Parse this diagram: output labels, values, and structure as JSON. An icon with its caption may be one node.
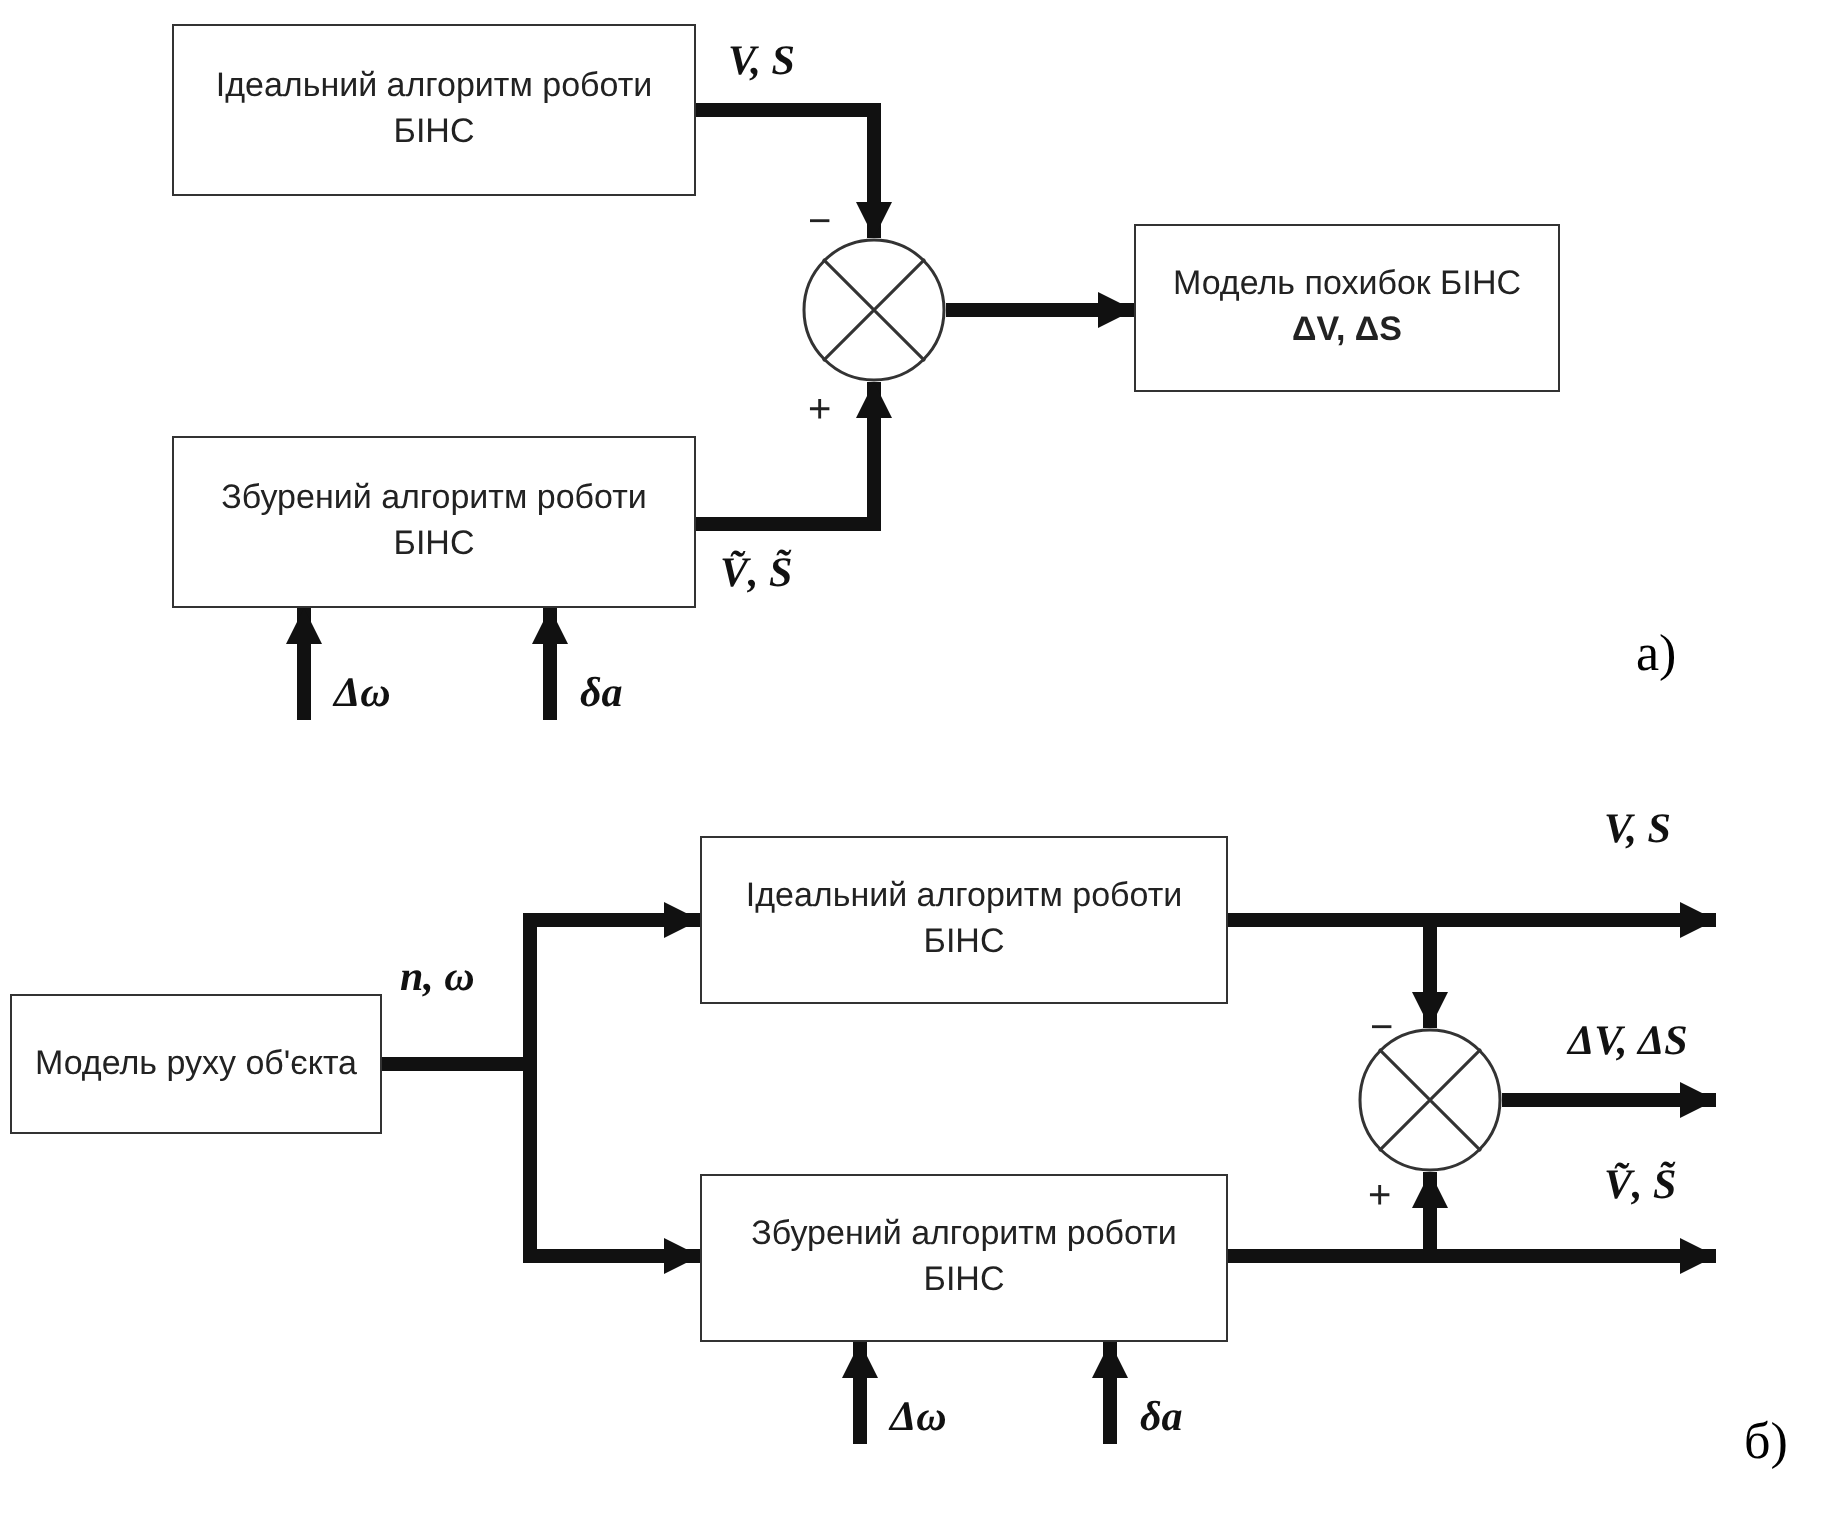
{
  "diagram": {
    "nodes": [
      {
        "text": [
          "Ідеальний алгоритм роботи БІНС"
        ]
      },
      {
        "text": [
          "Збурений алгоритм роботи БІНС"
        ]
      },
      {
        "text": [],
        "shape": "circle"
      },
      {
        "text": [
          "Модель похибок БІНС **ΔV, ΔS**"
        ]
      },
      {
        "text": [
          "Модель руху об'єкта"
        ]
      },
      {
        "text": [
          "Ідеальний алгоритм роботи БІНС"
        ]
      },
      {
        "text": [
          "Збурений алгоритм роботи БІНС"
        ]
      },
      {
        "text": [],
        "shape": "circle"
      }
    ],
    "edges": [
      {
        "from": 0,
        "to": 2,
        "arrow": "to",
        "label": "V, S"
      },
      {
        "from": 1,
        "to": 2,
        "arrow": "to",
        "label": "Ṽ, S̃"
      },
      {
        "from": 2,
        "to": 3,
        "arrow": "to"
      },
      {
        "from": null,
        "to": 1,
        "arrow": "to",
        "label": "Δω"
      },
      {
        "from": null,
        "to": 1,
        "arrow": "to",
        "label": "δa"
      },
      {
        "from": 4,
        "to": 5,
        "arrow": "to",
        "label": "n, ω"
      },
      {
        "from": 4,
        "to": 6,
        "arrow": "to"
      },
      {
        "from": 5,
        "to": null,
        "arrow": "to",
        "label": "V, S"
      },
      {
        "from": 5,
        "to": 7,
        "arrow": "to"
      },
      {
        "from": 7,
        "to": null,
        "arrow": "to",
        "label": "ΔV, ΔS"
      },
      {
        "from": 6,
        "to": null,
        "arrow": "to",
        "label": "Ṽ, S̃"
      },
      {
        "from": 6,
        "to": 7,
        "arrow": "to"
      },
      {
        "from": null,
        "to": 6,
        "arrow": "to",
        "label": "Δω"
      },
      {
        "from": null,
        "to": 6,
        "arrow": "to",
        "label": "δa"
      }
    ],
    "labels": [
      "−",
      "+",
      "а)",
      "−",
      "+",
      "б)"
    ]
  }
}
